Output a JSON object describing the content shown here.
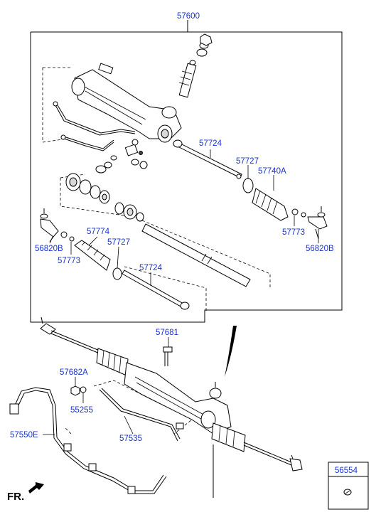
{
  "callouts": {
    "assembly": "57600",
    "inner_tie_rod_top": "57724",
    "bellows_clamp_top": "57727",
    "bellows_right": "57740A",
    "clamp_right": "57773",
    "tie_rod_end_right": "56820B",
    "bellows_left": "57774",
    "bellows_clamp_left": "57727",
    "tie_rod_end_left": "56820B",
    "clamp_left": "57773",
    "inner_tie_rod_bottom": "57724",
    "bolt": "57681",
    "nut": "57682A",
    "washer": "55255",
    "feed_tube": "57535",
    "hose": "57550E",
    "legend_box": "56554"
  },
  "direction_label": "FR.",
  "icons": [
    "front-arrow-icon",
    "clip-icon"
  ]
}
